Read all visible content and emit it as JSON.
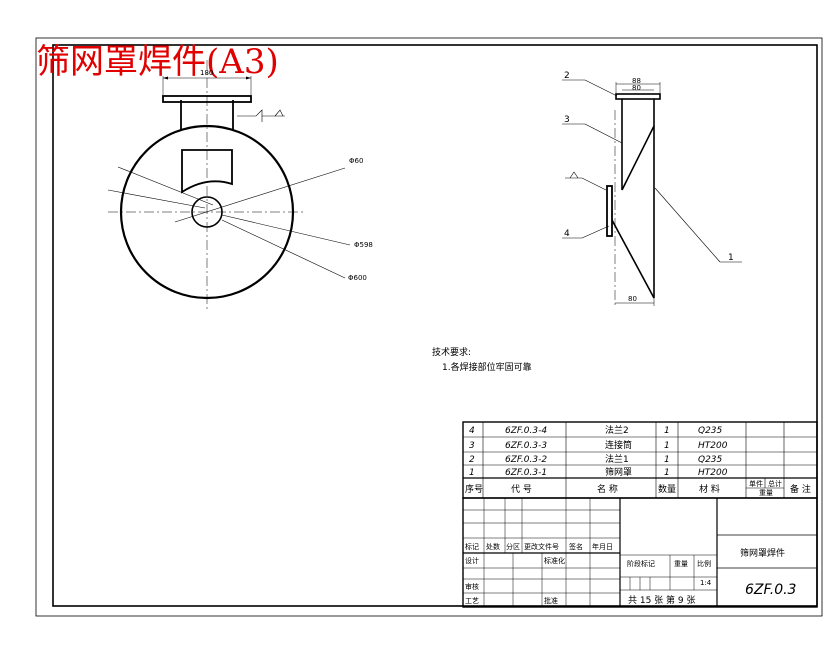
{
  "drawing_title": "筛网罩焊件(A3)",
  "front_view": {
    "flange_width_dim": "180",
    "hole_dia": "Φ60",
    "inner_dia": "Φ598",
    "outer_dia": "Φ600"
  },
  "side_view": {
    "top_dim_outer": "88",
    "top_dim_inner": "80",
    "bottom_dim": "80",
    "balloons": [
      "1",
      "2",
      "3",
      "4"
    ]
  },
  "tech_req": {
    "heading": "技术要求:",
    "line1": "1.各焊接部位牢固可靠"
  },
  "bom": {
    "rows": [
      {
        "no": "4",
        "code": "6ZF.0.3-4",
        "name": "法兰2",
        "qty": "1",
        "material": "Q235"
      },
      {
        "no": "3",
        "code": "6ZF.0.3-3",
        "name": "连接筒",
        "qty": "1",
        "material": "HT200"
      },
      {
        "no": "2",
        "code": "6ZF.0.3-2",
        "name": "法兰1",
        "qty": "1",
        "material": "Q235"
      },
      {
        "no": "1",
        "code": "6ZF.0.3-1",
        "name": "筛网罩",
        "qty": "1",
        "material": "HT200"
      }
    ],
    "header": {
      "no": "序号",
      "code": "代  号",
      "name": "名  称",
      "qty": "数量",
      "material": "材  料",
      "unit_w": "单件",
      "total_w": "总计",
      "weight": "重量",
      "remark": "备 注"
    }
  },
  "title_block": {
    "mark": "标记",
    "count": "处数",
    "zone": "分区",
    "change_doc": "更改文件号",
    "sign": "签名",
    "date": "年月日",
    "design": "设计",
    "standard": "标准化",
    "review": "审核",
    "process": "工艺",
    "approve": "批准",
    "stage_mark": "阶段标记",
    "weight": "重量",
    "scale": "比例",
    "scale_value": "1:4",
    "sheets": "共 15 张 第 9 张",
    "name": "筛网罩焊件",
    "code": "6ZF.0.3"
  }
}
